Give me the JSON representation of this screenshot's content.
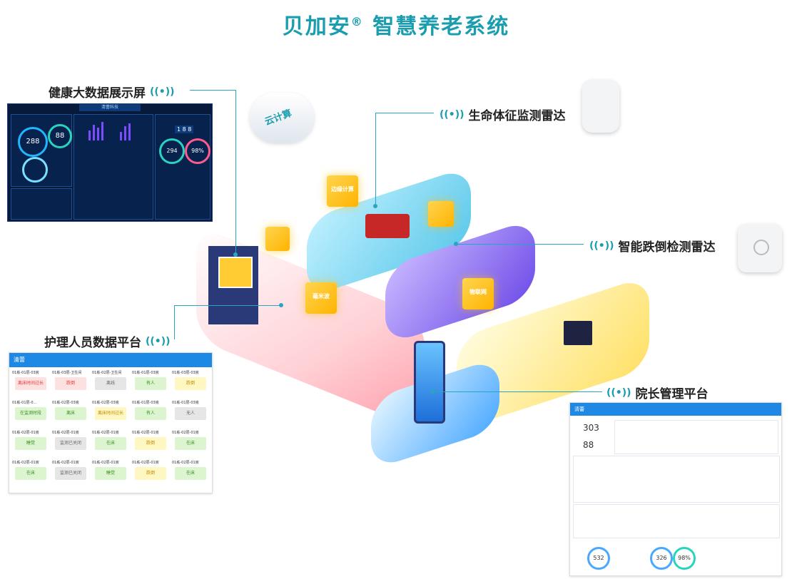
{
  "title": {
    "main": "贝加安",
    "reg": "®",
    "rest": "智慧养老系统"
  },
  "callouts": {
    "bigdata": "健康大数据展示屏",
    "vital": "生命体征监测雷达",
    "fall": "智能跌倒检测雷达",
    "nurse": "护理人员数据平台",
    "director": "院长管理平台"
  },
  "scene": {
    "cloud": "云计算",
    "edge": "边缘计算",
    "mmwave": "毫米波",
    "iot": "物联网"
  },
  "dashboard": {
    "header": "清蕾科技",
    "ring1": "288",
    "ring2": "88",
    "ring3": "294",
    "ring4": "98%",
    "counter": "1 8 8"
  },
  "nurse_platform": {
    "logo": "清蕾",
    "cells": [
      {
        "room": "01栋-01层-03房",
        "status": "离床时间过长",
        "tone": "red"
      },
      {
        "room": "01栋-03层-卫生间",
        "status": "跌倒",
        "tone": "red"
      },
      {
        "room": "01栋-02层-卫生间",
        "status": "离线",
        "tone": "gray"
      },
      {
        "room": "01栋-01层-03房",
        "status": "有人",
        "tone": "green"
      },
      {
        "room": "01栋-03层-03房",
        "status": "跌倒",
        "tone": "yellow"
      },
      {
        "room": "01栋-01层-0...",
        "status": "在监测时段",
        "tone": "green"
      },
      {
        "room": "01栋-02层-03房",
        "status": "离床",
        "tone": "green"
      },
      {
        "room": "01栋-02层-03房",
        "status": "离床时间过长",
        "tone": "yellow"
      },
      {
        "room": "01栋-01层-03房",
        "status": "有人",
        "tone": "green"
      },
      {
        "room": "01栋-01层-03房",
        "status": "无人",
        "tone": "gray"
      },
      {
        "room": "01栋-02层-01房",
        "status": "睡觉",
        "tone": "green"
      },
      {
        "room": "01栋-02层-01房",
        "status": "监测已关闭",
        "tone": "gray"
      },
      {
        "room": "01栋-02层-01房",
        "status": "在床",
        "tone": "green"
      },
      {
        "room": "01栋-02层-01房",
        "status": "跌倒",
        "tone": "yellow"
      },
      {
        "room": "01栋-02层-01房",
        "status": "在床",
        "tone": "green"
      },
      {
        "room": "01栋-02层-01房",
        "status": "在床",
        "tone": "green"
      },
      {
        "room": "01栋-02层-01房",
        "status": "监测已关闭",
        "tone": "gray"
      },
      {
        "room": "01栋-02层-01房",
        "status": "睡觉",
        "tone": "green"
      },
      {
        "room": "01栋-02层-01房",
        "status": "跌倒",
        "tone": "yellow"
      },
      {
        "room": "01栋-02层-01房",
        "status": "在床",
        "tone": "green"
      }
    ]
  },
  "director_platform": {
    "logo": "清蕾",
    "stat1": "303",
    "stat2": "88",
    "stat3": "532",
    "stat4": "326",
    "stat5": "98%"
  }
}
